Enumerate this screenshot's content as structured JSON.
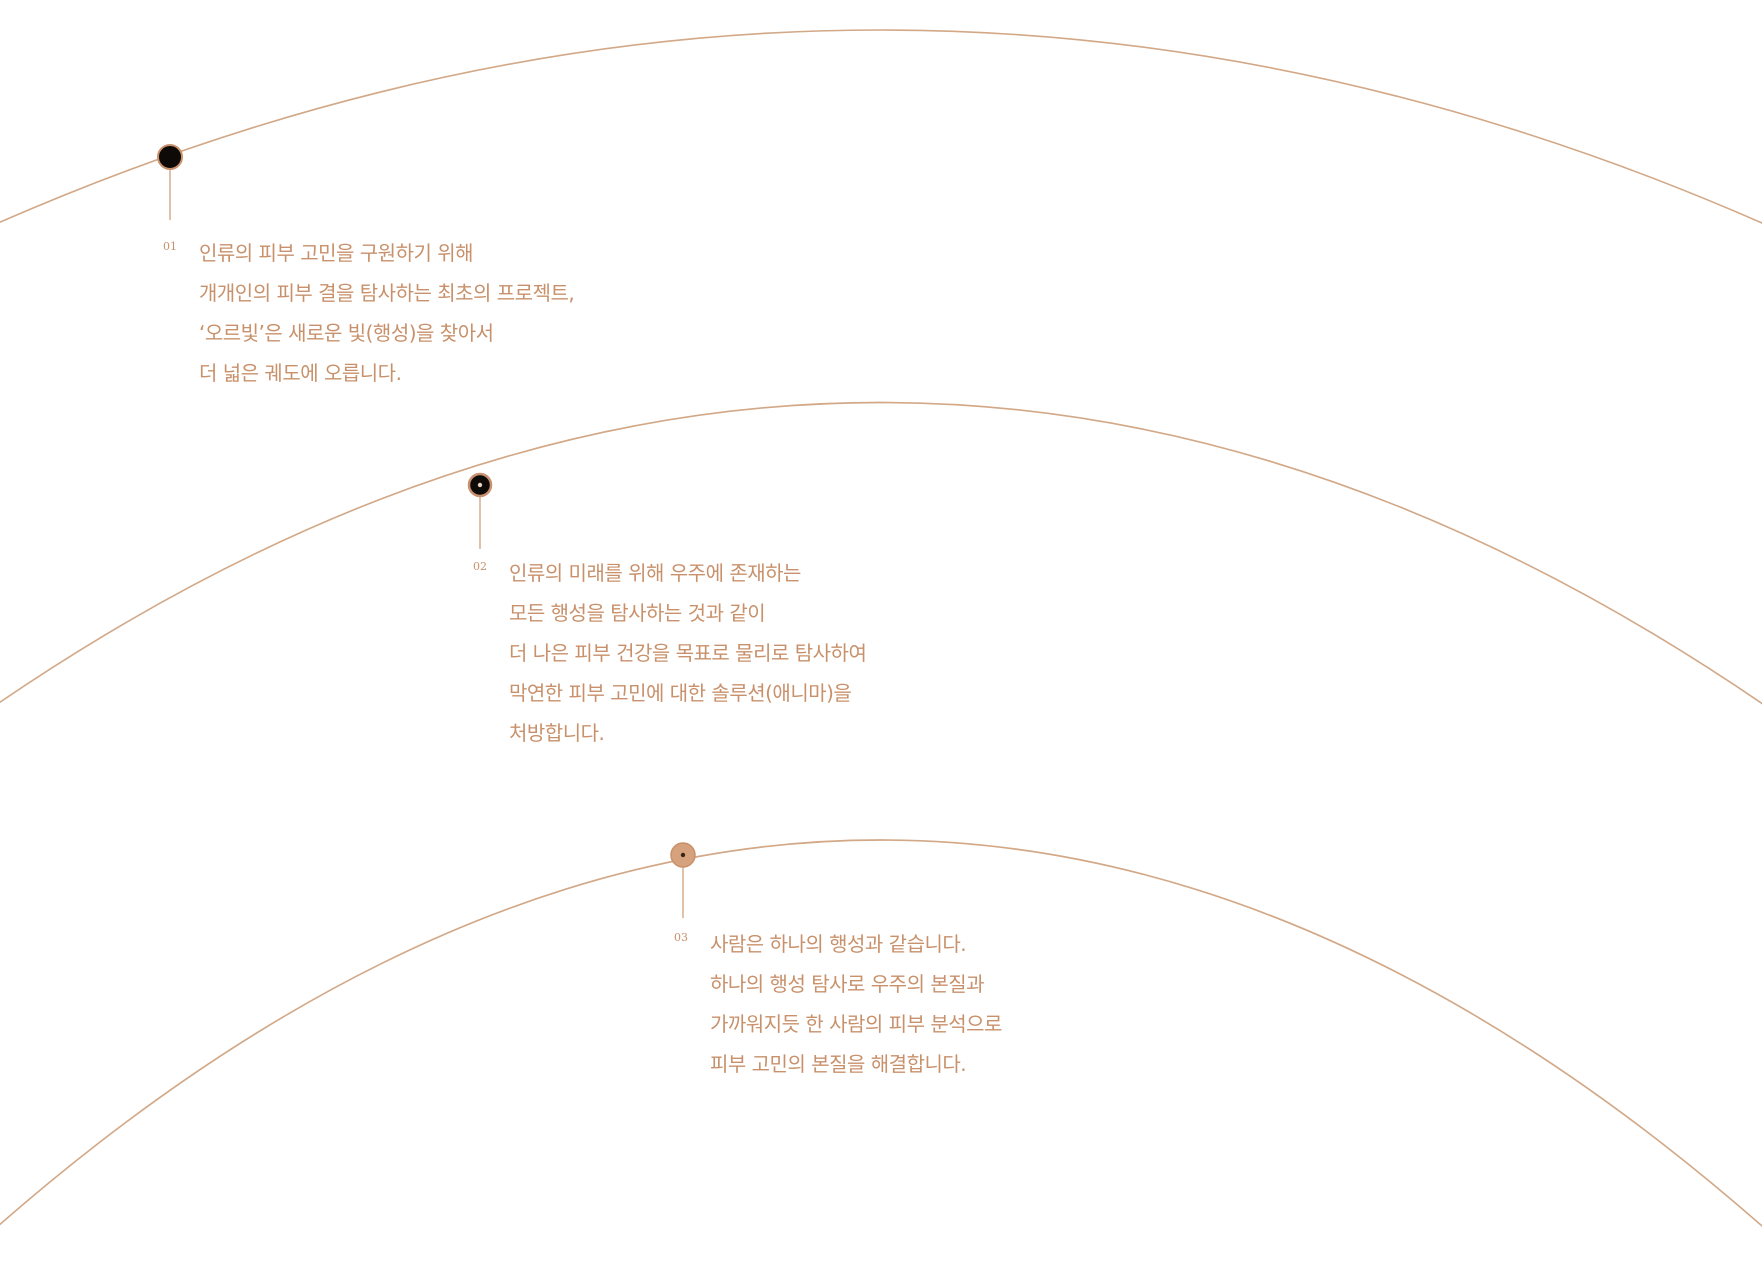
{
  "colors": {
    "accent": "#c8916b",
    "orbit_line": "#d2a887",
    "planet_dark": "#0d0a08",
    "planet_light": "#d6a27e",
    "background": "#ffffff"
  },
  "sections": [
    {
      "number": "01",
      "lines": [
        "인류의 피부 고민을 구원하기 위해",
        "개개인의 피부 결을 탐사하는 최초의 프로젝트,",
        "‘오르빛’은 새로운 빛(행성)을 찾아서",
        "더 넓은 궤도에 오릅니다."
      ]
    },
    {
      "number": "02",
      "lines": [
        "인류의 미래를 위해 우주에 존재하는",
        "모든 행성을 탐사하는 것과 같이",
        "더 나은 피부 건강을 목표로 물리로 탐사하여",
        "막연한 피부 고민에 대한 솔루션(애니마)을",
        "처방합니다."
      ]
    },
    {
      "number": "03",
      "lines": [
        "사람은 하나의 행성과 같습니다.",
        "하나의 행성 탐사로 우주의 본질과",
        "가까워지듯 한 사람의 피부 분석으로",
        "피부 고민의 본질을 해결합니다."
      ]
    }
  ]
}
